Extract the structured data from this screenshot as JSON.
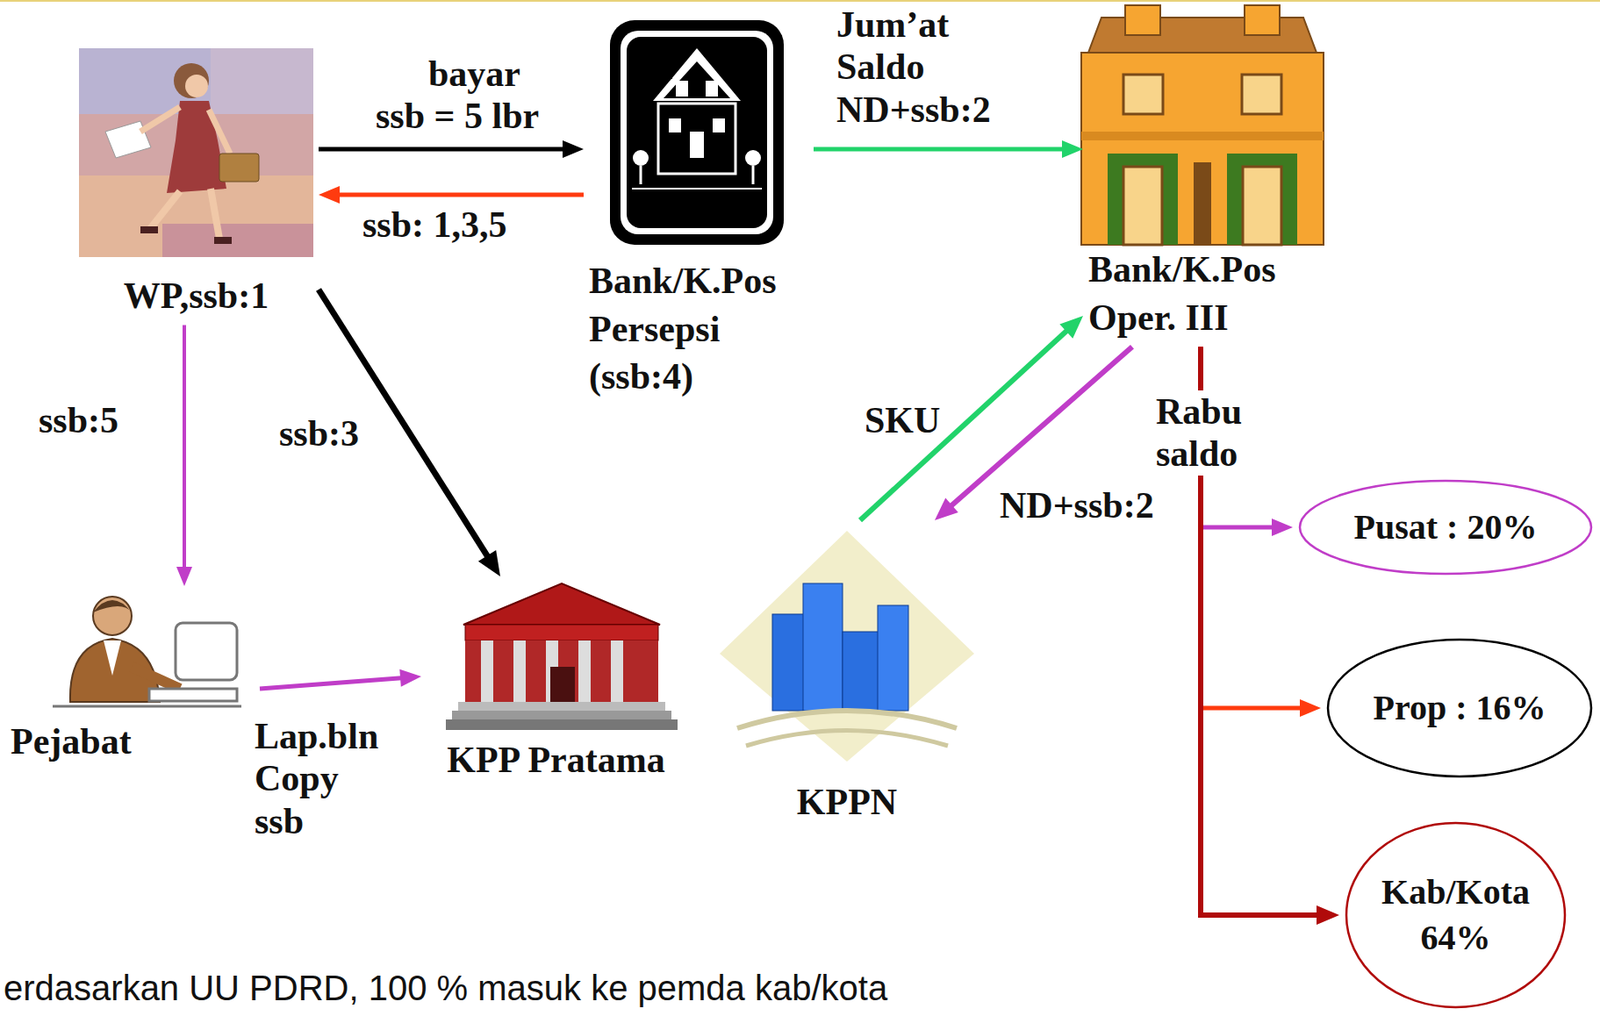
{
  "diagram": {
    "nodes": [
      {
        "text": [
          "WP,ssb:1"
        ]
      },
      {
        "text": [
          "Bank/K.Pos Persepsi (ssb:4)"
        ]
      },
      {
        "text": [
          "Bank/K.Pos Oper. III"
        ]
      },
      {
        "text": [
          "Pejabat"
        ]
      },
      {
        "text": [
          "KPP Pratama"
        ]
      },
      {
        "text": [
          "KPPN"
        ]
      },
      {
        "text": [
          "Pusat : 20%"
        ]
      },
      {
        "text": [
          "Prop : 16%"
        ]
      },
      {
        "text": [
          "Kab/Kota 64%"
        ]
      }
    ],
    "edges": [
      {
        "from": 0,
        "to": 1,
        "label": "bayar ssb = 5 lbr",
        "arrow": "to"
      },
      {
        "from": 1,
        "to": 0,
        "label": "ssb: 1,3,5",
        "arrow": "to"
      },
      {
        "from": 1,
        "to": 2,
        "label": "Jum’at Saldo ND+ssb:2",
        "arrow": "to"
      },
      {
        "from": 0,
        "to": 4,
        "label": "ssb:3",
        "arrow": "to"
      },
      {
        "from": 0,
        "to": 3,
        "label": "ssb:5",
        "arrow": "to"
      },
      {
        "from": 3,
        "to": 4,
        "label": "Lap.bln Copy ssb",
        "arrow": "to"
      },
      {
        "from": 5,
        "to": 2,
        "label": "SKU",
        "arrow": "to"
      },
      {
        "from": 2,
        "to": 5,
        "label": "ND+ssb:2",
        "arrow": "to"
      },
      {
        "from": 2,
        "to": 6,
        "label": "Rabu saldo",
        "arrow": "to"
      },
      {
        "from": 2,
        "to": 7,
        "arrow": "to"
      },
      {
        "from": 2,
        "to": 8,
        "arrow": "to"
      }
    ],
    "labels": [
      "erdasarkan UU PDRD, 100 % masuk ke pemda kab/kota"
    ]
  }
}
